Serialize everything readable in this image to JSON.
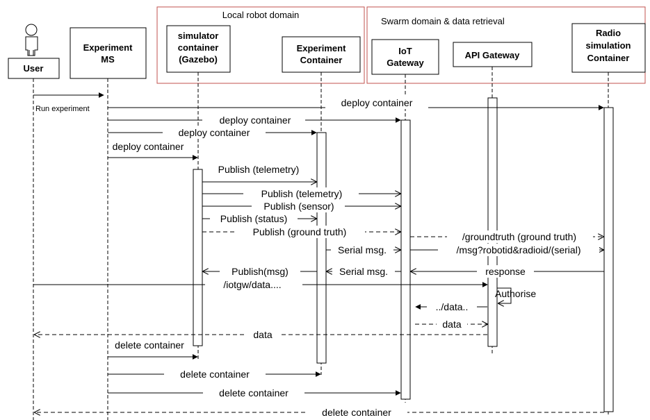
{
  "domains": {
    "local": "Local robot domain",
    "swarm": "Swarm domain & data retrieval"
  },
  "participants": {
    "user": "User",
    "experiment_ms": [
      "Experiment",
      "MS"
    ],
    "simulator": [
      "simulator",
      "container",
      "(Gazebo)"
    ],
    "experiment_container": [
      "Experiment",
      "Container"
    ],
    "iot_gateway": [
      "IoT",
      "Gateway"
    ],
    "api_gateway": [
      "API Gateway"
    ],
    "radio": [
      "Radio",
      "simulation",
      "Container"
    ]
  },
  "messages": {
    "run_experiment": "Run experiment",
    "deploy_radio": "deploy container",
    "deploy_iot": "deploy container",
    "deploy_exp": "deploy container",
    "deploy_sim": "deploy container",
    "pub_telemetry_1": "Publish (telemetry)",
    "pub_telemetry_2": "Publish (telemetry)",
    "pub_sensor": "Publish (sensor)",
    "pub_status": "Publish (status)",
    "pub_ground_truth": "Publish (ground truth)",
    "groundtruth_api": "/groundtruth (ground truth)",
    "serial_msg_1": "Serial msg.",
    "msg_robotid": "/msg?robotid&radioid/(serial)",
    "response": "response",
    "serial_msg_2": "Serial msg.",
    "publish_msg": "Publish(msg)",
    "iotgw_data": "/iotgw/data....",
    "authorise": "Authorise",
    "data_query": "../data..",
    "data_reply": "data",
    "data_user": "data",
    "delete_sim": "delete container",
    "delete_exp": "delete container",
    "delete_iot": "delete container",
    "delete_radio": "delete container"
  }
}
